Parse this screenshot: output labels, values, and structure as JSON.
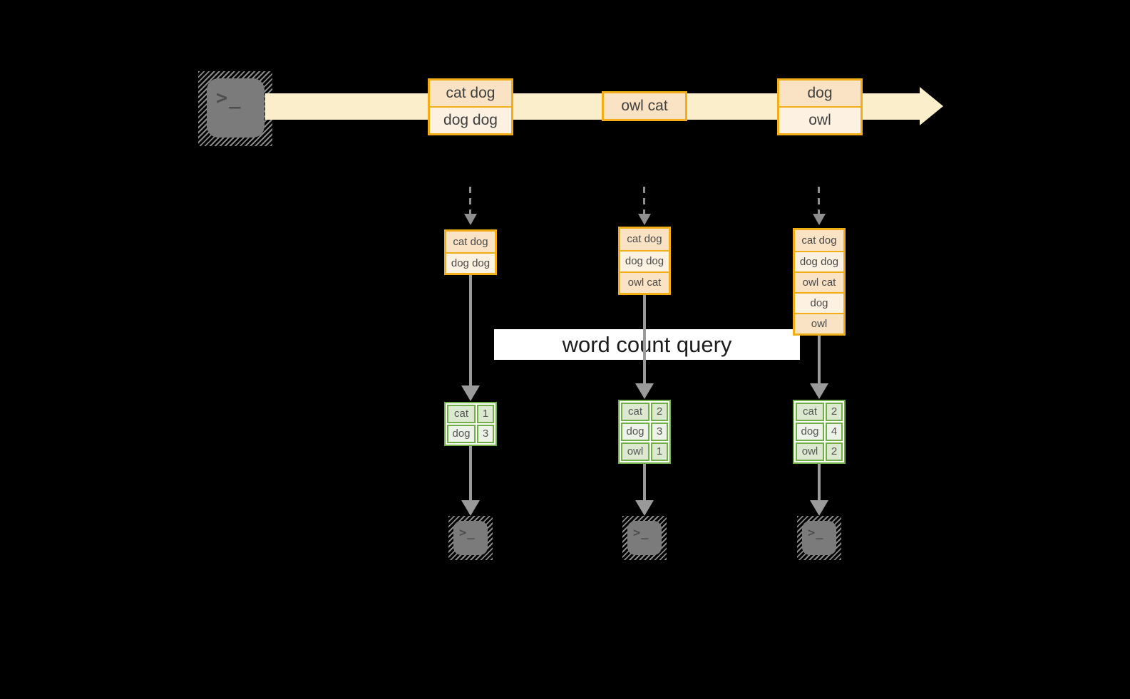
{
  "query_label": "word count query",
  "colors": {
    "stream_band": "#fbeecb",
    "box_border_orange": "#f2ae16",
    "box_fill_peach": "#fae3c5",
    "box_fill_cream": "#fdf2e2",
    "table_border_green": "#6faf46",
    "table_fill_green_dark": "#dce8cf",
    "table_fill_green_light": "#eef3e9",
    "arrow_gray": "#9a9a9a",
    "terminal_gray": "#7b7b7b"
  },
  "stream": {
    "source": {
      "icon": "terminal-icon",
      "glyph": ">_"
    },
    "batches": [
      {
        "lines": [
          "cat dog",
          "dog dog"
        ]
      },
      {
        "lines": [
          "owl cat"
        ]
      },
      {
        "lines": [
          "dog",
          "owl"
        ]
      }
    ]
  },
  "columns": [
    {
      "buffer": [
        "cat dog",
        "dog dog"
      ],
      "counts": [
        {
          "word": "cat",
          "count": "1"
        },
        {
          "word": "dog",
          "count": "3"
        }
      ],
      "sink": {
        "icon": "terminal-icon",
        "glyph": ">_"
      }
    },
    {
      "buffer": [
        "cat dog",
        "dog dog",
        "owl cat"
      ],
      "counts": [
        {
          "word": "cat",
          "count": "2"
        },
        {
          "word": "dog",
          "count": "3"
        },
        {
          "word": "owl",
          "count": "1"
        }
      ],
      "sink": {
        "icon": "terminal-icon",
        "glyph": ">_"
      }
    },
    {
      "buffer": [
        "cat dog",
        "dog dog",
        "owl cat",
        "dog",
        "owl"
      ],
      "counts": [
        {
          "word": "cat",
          "count": "2"
        },
        {
          "word": "dog",
          "count": "4"
        },
        {
          "word": "owl",
          "count": "2"
        }
      ],
      "sink": {
        "icon": "terminal-icon",
        "glyph": ">_"
      }
    }
  ]
}
